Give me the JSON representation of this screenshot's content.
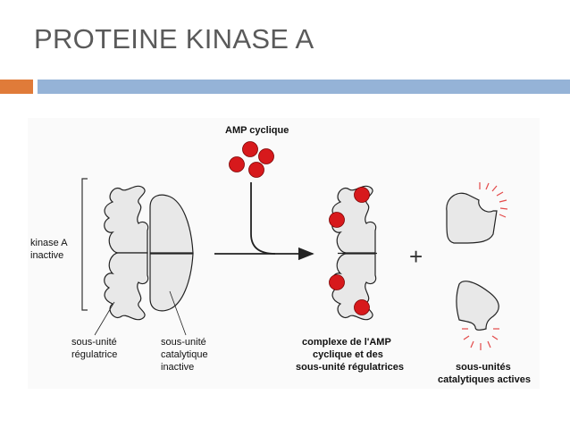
{
  "slide": {
    "title": "PROTEINE KINASE A"
  },
  "diagram": {
    "camp_label": "AMP cyclique",
    "inactive_label_line1": "kinase A",
    "inactive_label_line2": "inactive",
    "reg_label_line1": "sous-unité",
    "reg_label_line2": "régulatrice",
    "cat_label_line1": "sous-unité",
    "cat_label_line2": "catalytique",
    "cat_label_line3": "inactive",
    "complex_label_line1": "complexe de l'AMP",
    "complex_label_line2": "cyclique et des",
    "complex_label_line3": "sous-unité régulatrices",
    "plus_sign": "+",
    "active_label_line1": "sous-unités",
    "active_label_line2": "catalytiques actives",
    "colors": {
      "camp": "#d7191c",
      "subunit_fill": "#e8e8e8",
      "stroke": "#222222",
      "glow": "#e34a4a"
    }
  }
}
